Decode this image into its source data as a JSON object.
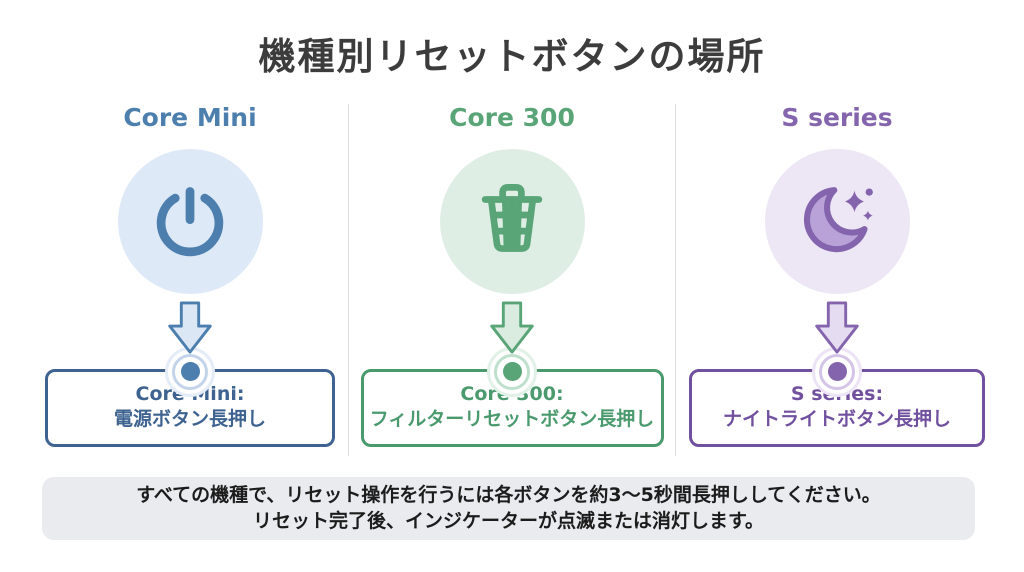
{
  "title": "機種別リセットボタンの場所",
  "columns": [
    {
      "id": "core-mini",
      "label": "Core Mini",
      "icon": "power-icon",
      "accent": "#4d7fae",
      "deep": "#3f6391",
      "circle_bg": "#dde9f7",
      "arrow_fill": "#dbe7f5",
      "ring": "#c3d4ea",
      "ring_outer": "#e3ecf7",
      "box_line1": "Core Mini:",
      "box_line2": "電源ボタン長押し"
    },
    {
      "id": "core-300",
      "label": "Core 300",
      "icon": "filter-basket-icon",
      "accent": "#5aa578",
      "deep": "#4a9a6e",
      "circle_bg": "#dfeee4",
      "arrow_fill": "#d9ecdf",
      "ring": "#bfe0cc",
      "ring_outer": "#e2f1e8",
      "box_line1": "Core 300:",
      "box_line2": "フィルターリセットボタン長押し"
    },
    {
      "id": "s-series",
      "label": "S series",
      "icon": "moon-sparkles-icon",
      "accent": "#8465ad",
      "deep": "#71519f",
      "circle_bg": "#ece6f5",
      "arrow_fill": "#e6dcf2",
      "ring": "#d4c5e8",
      "ring_outer": "#ece3f6",
      "moon_fill": "#b9a2d8",
      "box_line1": "S series:",
      "box_line2": "ナイトライトボタン長押し"
    }
  ],
  "footer": {
    "line1": "すべての機種で、リセット操作を行うには各ボタンを約3〜5秒間長押ししてください。",
    "line2": "リセット完了後、インジケーターが点滅または消灯します。"
  }
}
